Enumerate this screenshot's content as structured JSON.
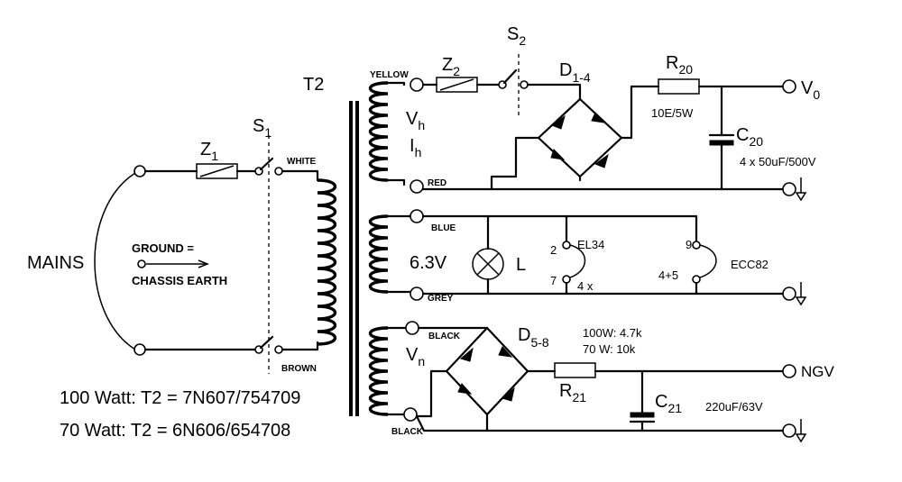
{
  "labels": {
    "mains": "MAINS",
    "ground_line1": "GROUND =",
    "ground_line2": "CHASSIS EARTH",
    "z1": "Z",
    "z1_sub": "1",
    "s1": "S",
    "s1_sub": "1",
    "white": "WHITE",
    "brown": "BROWN",
    "t2": "T2",
    "yellow": "YELLOW",
    "red": "RED",
    "blue": "BLUE",
    "grey": "GREY",
    "black_top": "BLACK",
    "black_bottom": "BLACK",
    "z2": "Z",
    "z2_sub": "2",
    "s2": "S",
    "s2_sub": "2",
    "vh": "V",
    "vh_sub": "h",
    "ih": "I",
    "ih_sub": "h",
    "d14": "D",
    "d14_sub": "1-4",
    "r20": "R",
    "r20_sub": "20",
    "r20_value": "10E/5W",
    "c20": "C",
    "c20_sub": "20",
    "c20_value": "4 x 50uF/500V",
    "v0": "V",
    "v0_sub": "0",
    "v63": "6.3V",
    "lamp": "L",
    "pin2": "2",
    "pin7": "7",
    "el34": "EL34",
    "el34_count": "4 x",
    "pin9": "9",
    "pin45": "4+5",
    "ecc82": "ECC82",
    "vn": "V",
    "vn_sub": "n",
    "d58": "D",
    "d58_sub": "5-8",
    "r21_spec1": "100W: 4.7k",
    "r21_spec2": "70 W: 10k",
    "r21": "R",
    "r21_sub": "21",
    "c21": "C",
    "c21_sub": "21",
    "c21_value": "220uF/63V",
    "ngv": "NGV",
    "watt100": "100 Watt: T2 = 7N607/754709",
    "watt70": "70 Watt: T2 = 6N606/654708"
  }
}
